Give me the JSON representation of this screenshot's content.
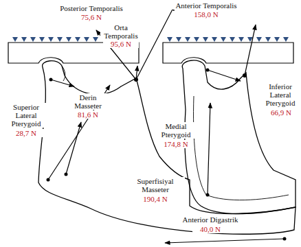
{
  "diagram": {
    "labels": [
      "Posterior Temporalis",
      "75,6 N",
      "Anterior Temporalis",
      "158,0 N",
      "Orta Temporalis",
      "95,6 N",
      "Superior Lateral Pterygoid",
      "28,7 N",
      "Derin Masseter",
      "81,6 N",
      "Inferior Lateral Pterygoid",
      "66,9 N",
      "Medial Pterygoid",
      "174,8 N",
      "Superfisiyal Masseter",
      "190,4 N",
      "Anterior Digastrik",
      "40,0 N"
    ]
  }
}
